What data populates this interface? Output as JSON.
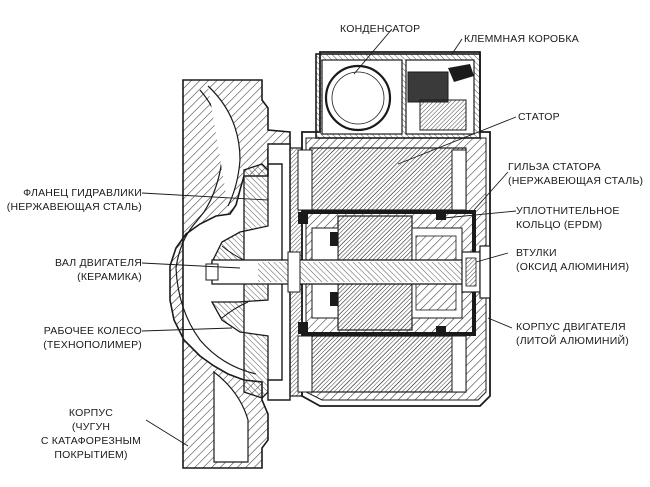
{
  "labels": {
    "capacitor": "КОНДЕНСАТОР",
    "terminal_box": "КЛЕММНАЯ КОРОБКА",
    "stator": "СТАТОР",
    "stator_sleeve": [
      "ГИЛЬЗА СТАТОРА",
      "(НЕРЖАВЕЮЩАЯ СТАЛЬ)"
    ],
    "sealing_ring": [
      "УПЛОТНИТЕЛЬНОЕ",
      "КОЛЬЦО (EPDM)"
    ],
    "bushings": [
      "ВТУЛКИ",
      "(ОКСИД АЛЮМИНИЯ)"
    ],
    "motor_housing": [
      "КОРПУС ДВИГАТЕЛЯ",
      "(ЛИТОЙ АЛЮМИНИЙ)"
    ],
    "hydraulic_flange": [
      "ФЛАНЕЦ ГИДРАВЛИКИ",
      "(НЕРЖАВЕЮЩАЯ СТАЛЬ)"
    ],
    "motor_shaft": [
      "ВАЛ ДВИГАТЕЛЯ",
      "(КЕРАМИКА)"
    ],
    "impeller": [
      "РАБОЧЕЕ КОЛЕСО",
      "(ТЕХНОПОЛИМЕР)"
    ],
    "pump_body": [
      "КОРПУС",
      "(ЧУГУН",
      "С КАТАФОРЕЗНЫМ",
      "ПОКРЫТИЕМ)"
    ]
  },
  "colors": {
    "line": "#1a1a1a",
    "hatch": "#333333",
    "dark_fill": "#3a3a3a",
    "light_fill": "#f4f4f4"
  }
}
